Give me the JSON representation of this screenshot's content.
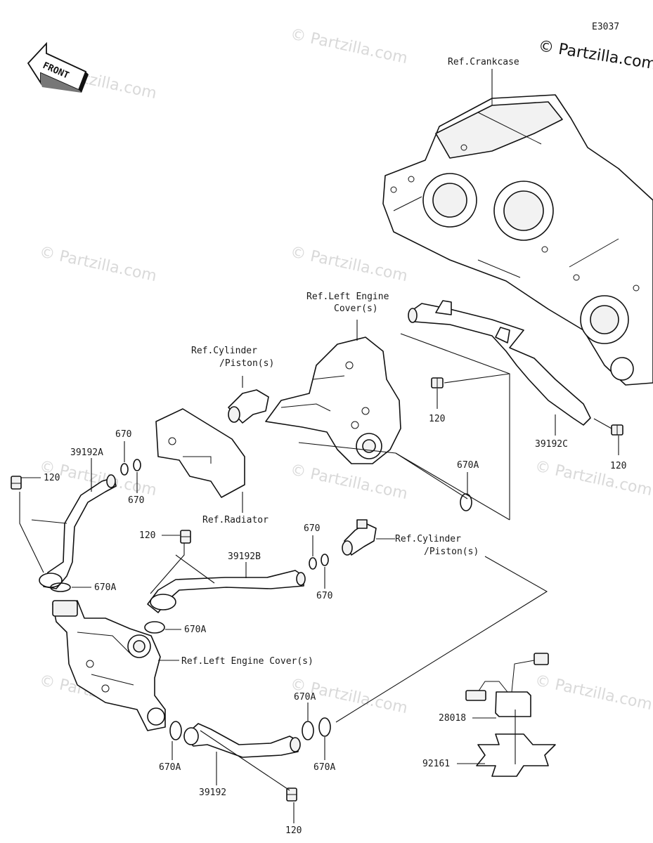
{
  "diagram_code": "E3037",
  "brand": "© Partzilla.com",
  "watermark": "© Partzilla.com",
  "front_label": "FRONT",
  "refs": {
    "crankcase": "Ref.Crankcase",
    "left_engine_cover_top_1": "Ref.Left Engine",
    "left_engine_cover_top_2": "Cover(s)",
    "cylinder_top_1": "Ref.Cylinder",
    "cylinder_top_2": "/Piston(s)",
    "radiator": "Ref.Radiator",
    "cylinder_mid_1": "Ref.Cylinder",
    "cylinder_mid_2": "/Piston(s)",
    "left_engine_cover_low": "Ref.Left Engine Cover(s)"
  },
  "parts": {
    "bolt_120_a": "120",
    "bolt_120_b": "120",
    "bolt_120_c": "120",
    "bolt_120_d": "120",
    "bolt_120_e": "120",
    "hose_39192A": "39192A",
    "hose_39192B": "39192B",
    "hose_39192C": "39192C",
    "hose_39192": "39192",
    "oring_670_a": "670",
    "oring_670_b": "670",
    "oring_670_c": "670",
    "oring_670_d": "670",
    "oring_670A_a": "670A",
    "oring_670A_b": "670A",
    "oring_670A_c": "670A",
    "oring_670A_d": "670A",
    "oring_670A_e": "670A",
    "oring_670A_f": "670A",
    "module_28018": "28018",
    "pad_92161": "92161"
  }
}
